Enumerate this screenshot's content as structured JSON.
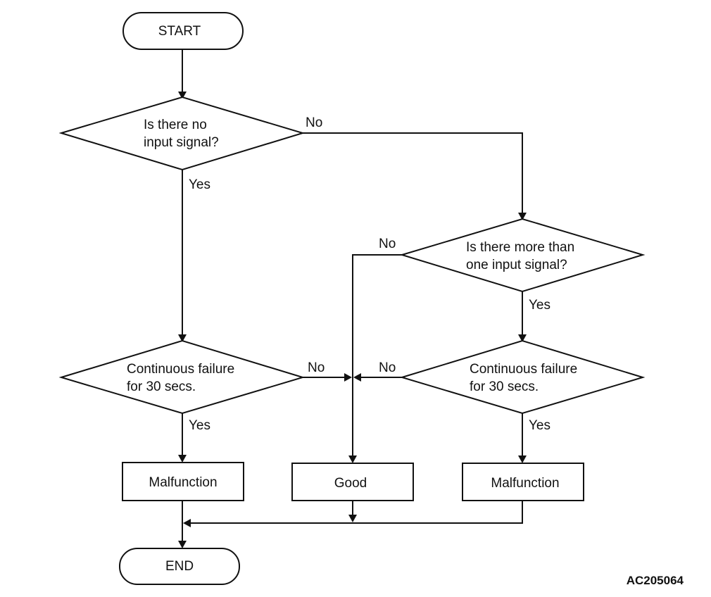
{
  "flowchart": {
    "start": "START",
    "end": "END",
    "decision_no_input": [
      "Is there no",
      "input signal?"
    ],
    "decision_more_than_one": [
      "Is there more than",
      "one input signal?"
    ],
    "decision_failure_left": [
      "Continuous failure",
      "for 30 secs."
    ],
    "decision_failure_right": [
      "Continuous failure",
      "for 30 secs."
    ],
    "box_malfunction_left": "Malfunction",
    "box_good": "Good",
    "box_malfunction_right": "Malfunction",
    "labels": {
      "no_input_no": "No",
      "no_input_yes": "Yes",
      "more_than_one_no": "No",
      "more_than_one_yes": "Yes",
      "failure_left_no": "No",
      "failure_left_yes": "Yes",
      "failure_right_no": "No",
      "failure_right_yes": "Yes"
    }
  },
  "figure_id": "AC205064"
}
